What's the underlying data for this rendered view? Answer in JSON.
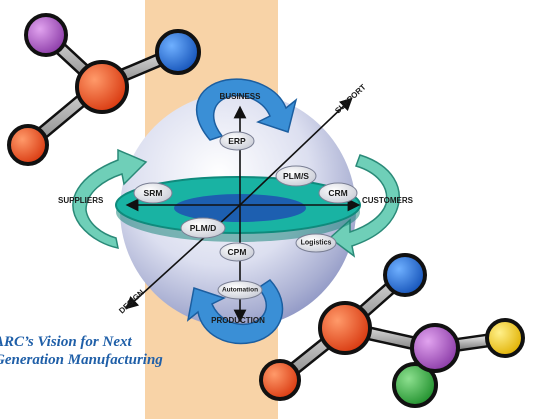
{
  "diagram": {
    "axis_labels": {
      "business": "BUSINESS",
      "production": "PRODUCTION",
      "support": "SUPPORT",
      "design": "DESIGN",
      "suppliers": "SUPPLIERS",
      "customers": "CUSTOMERS"
    },
    "nodes": {
      "erp": "ERP",
      "plm_s": "PLM/S",
      "srm": "SRM",
      "crm": "CRM",
      "plm_d": "PLM/D",
      "cpm": "CPM",
      "logistics": "Logistics",
      "automation": "Automation"
    },
    "caption_line1": "ARC’s Vision for Next",
    "caption_line2": "Generation Manufacturing",
    "colors": {
      "background_band": "#f8d3a7",
      "disc": "#19b3a3",
      "disc_core": "#1d5fb0",
      "arrow_blue": "#3a8fd6",
      "arrow_teal": "#6fcfb8",
      "atom_red": "#e8481c",
      "atom_blue": "#1a6fd4",
      "atom_purple": "#a04fb8",
      "atom_green": "#2eab3c",
      "atom_yellow": "#f0c814",
      "caption": "#1f5fa8"
    }
  }
}
